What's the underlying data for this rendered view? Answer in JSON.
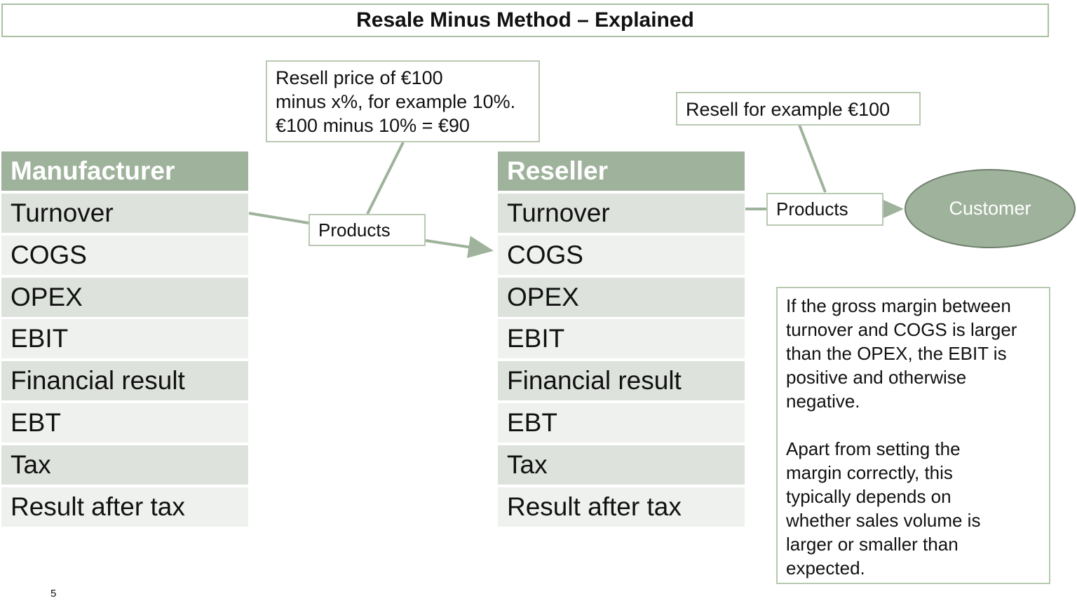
{
  "title": "Resale Minus Method – Explained",
  "manufacturer": {
    "header": "Manufacturer",
    "rows": [
      "Turnover",
      "COGS",
      "OPEX",
      "EBIT",
      "Financial result",
      "EBT",
      "Tax",
      "Result after tax"
    ]
  },
  "reseller": {
    "header": "Reseller",
    "rows": [
      "Turnover",
      "COGS",
      "OPEX",
      "EBIT",
      "Financial result",
      "EBT",
      "Tax",
      "Result after tax"
    ]
  },
  "price_callout": {
    "lines": [
      "Resell price of €100",
      "minus x%, for example 10%.",
      "€100 minus 10% = €90"
    ]
  },
  "resell_callout": "Resell for example €100",
  "products_label_1": "Products",
  "products_label_2": "Products",
  "customer_label": "Customer",
  "note": {
    "paragraph1": [
      "If the gross margin between",
      "turnover and COGS is larger",
      "than the OPEX, the EBIT is",
      "positive and otherwise",
      "negative."
    ],
    "paragraph2": [
      "Apart from setting the",
      "margin correctly, this",
      "typically depends on",
      "whether sales volume is",
      "larger or smaller than",
      "expected."
    ]
  },
  "page_number": "5",
  "colors": {
    "header_green": "#9fb39c",
    "border_green": "#a9c0a2",
    "row_dark": "#dde2dc",
    "row_light": "#eef1ee"
  }
}
